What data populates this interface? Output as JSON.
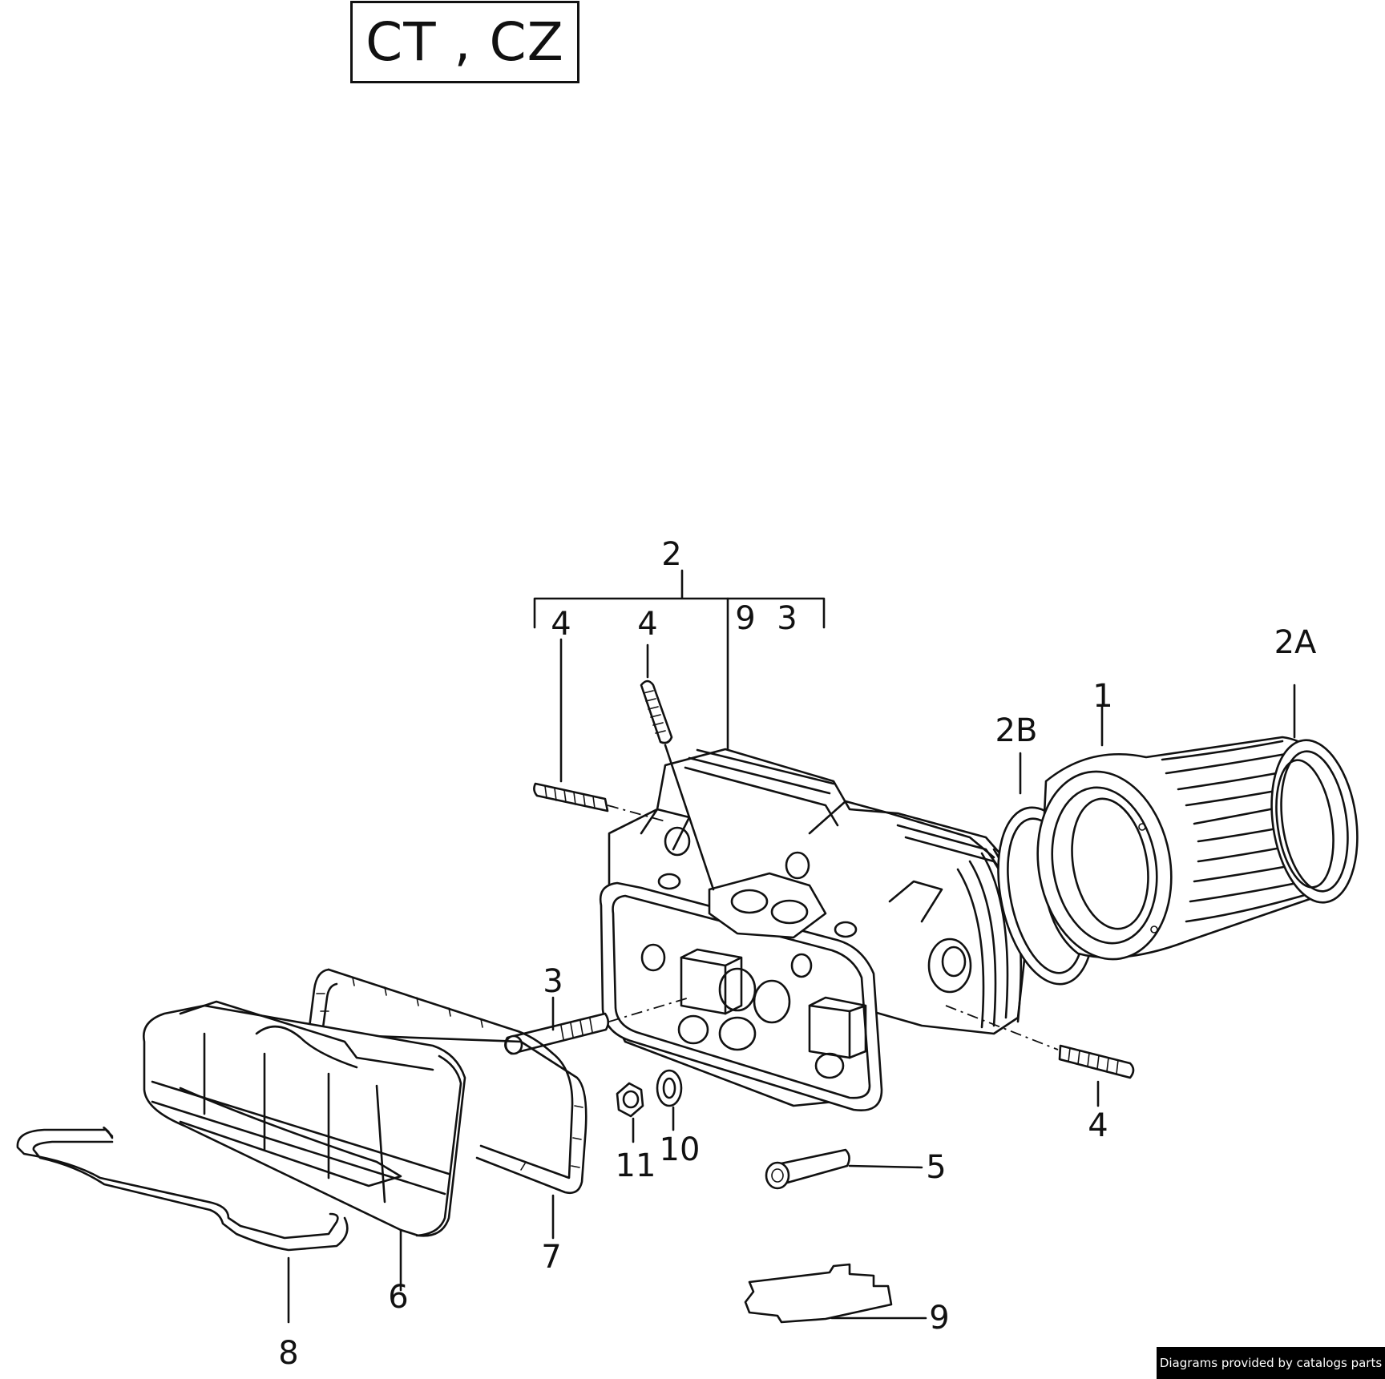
{
  "header": {
    "variant_label": "CT , CZ"
  },
  "callouts": {
    "c1": "1",
    "c2": "2",
    "c2A": "2A",
    "c2B": "2B",
    "c3_top": "3",
    "c3_mid": "3",
    "c4_a": "4",
    "c4_b": "4",
    "c4_c": "4",
    "c5": "5",
    "c6": "6",
    "c7": "7",
    "c8": "8",
    "c9_top": "9",
    "c9_bot": "9",
    "c10": "10",
    "c11": "11"
  },
  "footer": {
    "credit": "Diagrams provided by catalogs parts"
  }
}
